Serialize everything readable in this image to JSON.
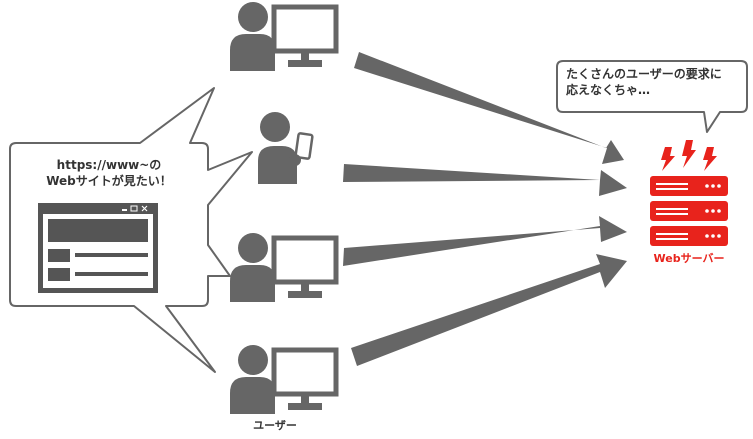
{
  "user_bubble": {
    "line1": "https://www~の",
    "line2": "Webサイトが見たい！"
  },
  "server_bubble": {
    "line1": "たくさんのユーザーの要求に",
    "line2": "応えなくちゃ…"
  },
  "server_label": "Webサーバー",
  "user_label": "ユーザー",
  "colors": {
    "figure": "#666666",
    "server": "#e8231c",
    "bubble_border": "#666666",
    "text": "#333333"
  },
  "icons": [
    "desktop-user-icon",
    "smartphone-user-icon",
    "server-icon",
    "alert-bolt-icon",
    "browser-window-icon",
    "arrow-icon"
  ]
}
